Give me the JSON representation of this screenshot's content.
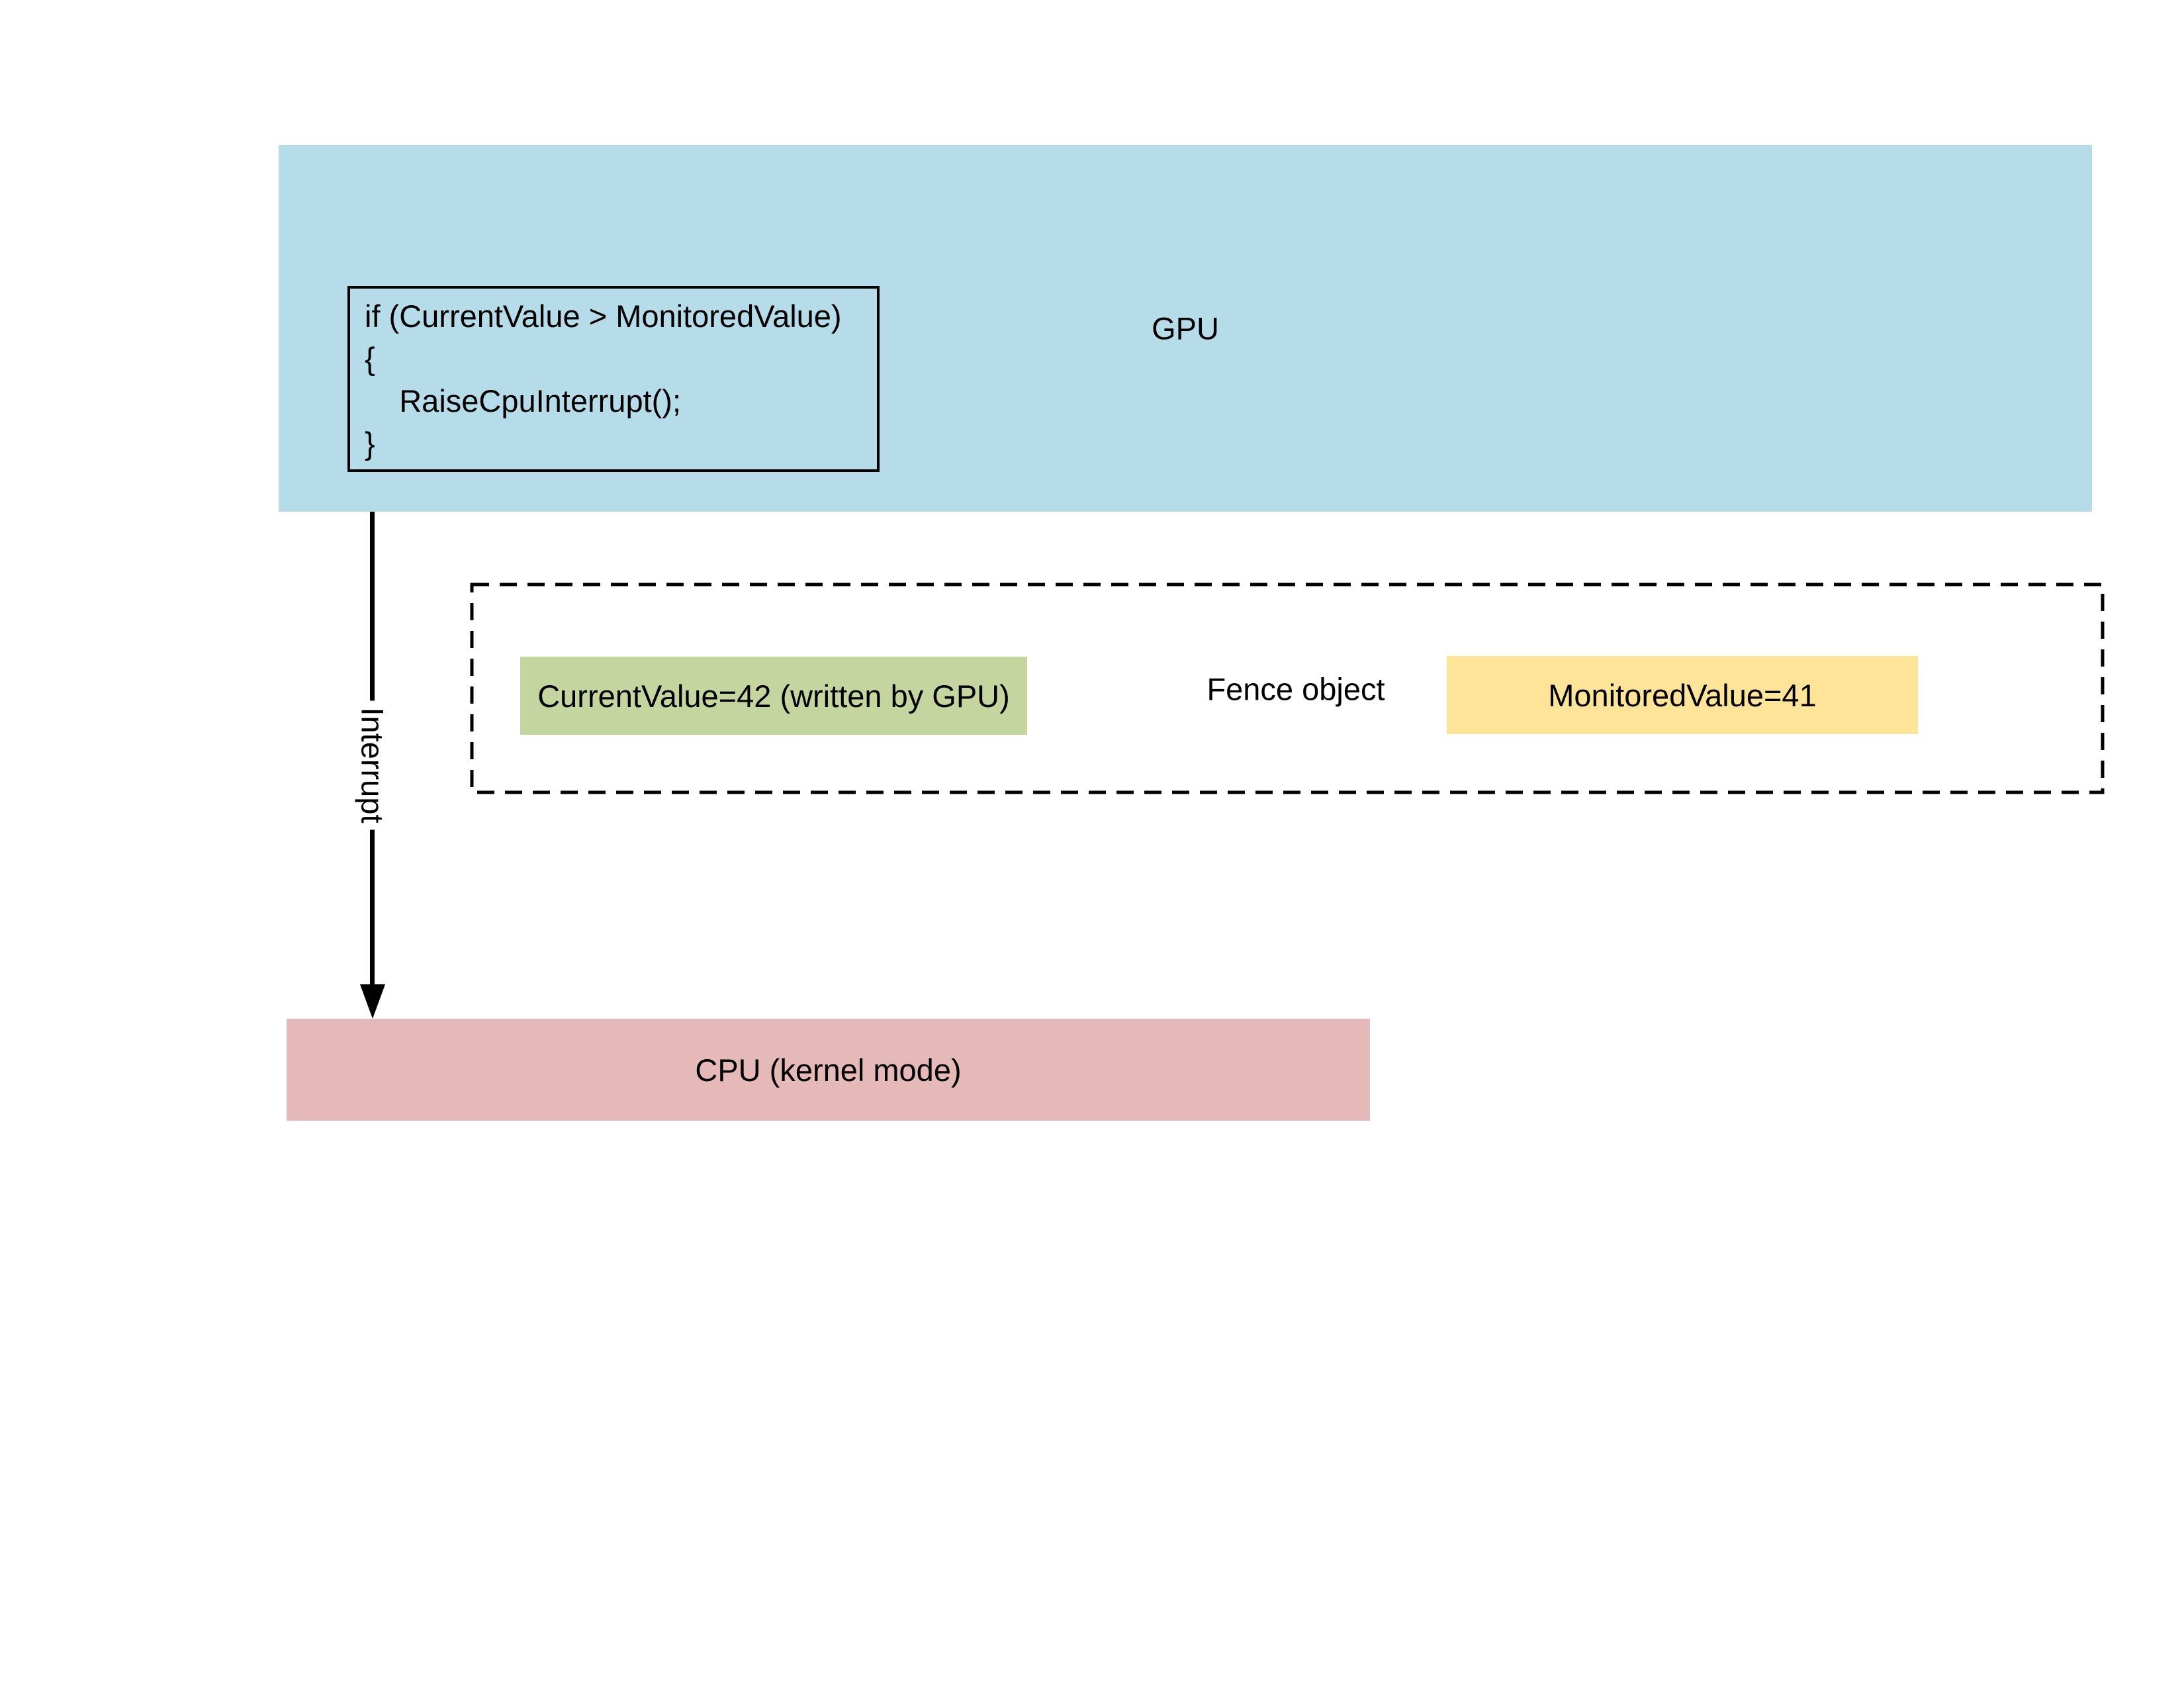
{
  "colors": {
    "gpu_fill": "#b5dce8",
    "current_value_fill": "#c5d59f",
    "monitored_value_fill": "#fde499",
    "cpu_fill": "#e4b9b8",
    "line": "#000000"
  },
  "gpu": {
    "label": "GPU"
  },
  "gpu_code": {
    "lines": [
      "if (CurrentValue > MonitoredValue)",
      "{",
      "    RaiseCpuInterrupt();",
      "}"
    ]
  },
  "interrupt": {
    "label": "Interrupt"
  },
  "fence": {
    "label": "Fence object",
    "current_value": "CurrentValue=42 (written by GPU)",
    "monitored_value": "MonitoredValue=41"
  },
  "cpu": {
    "label": "CPU (kernel mode)"
  }
}
